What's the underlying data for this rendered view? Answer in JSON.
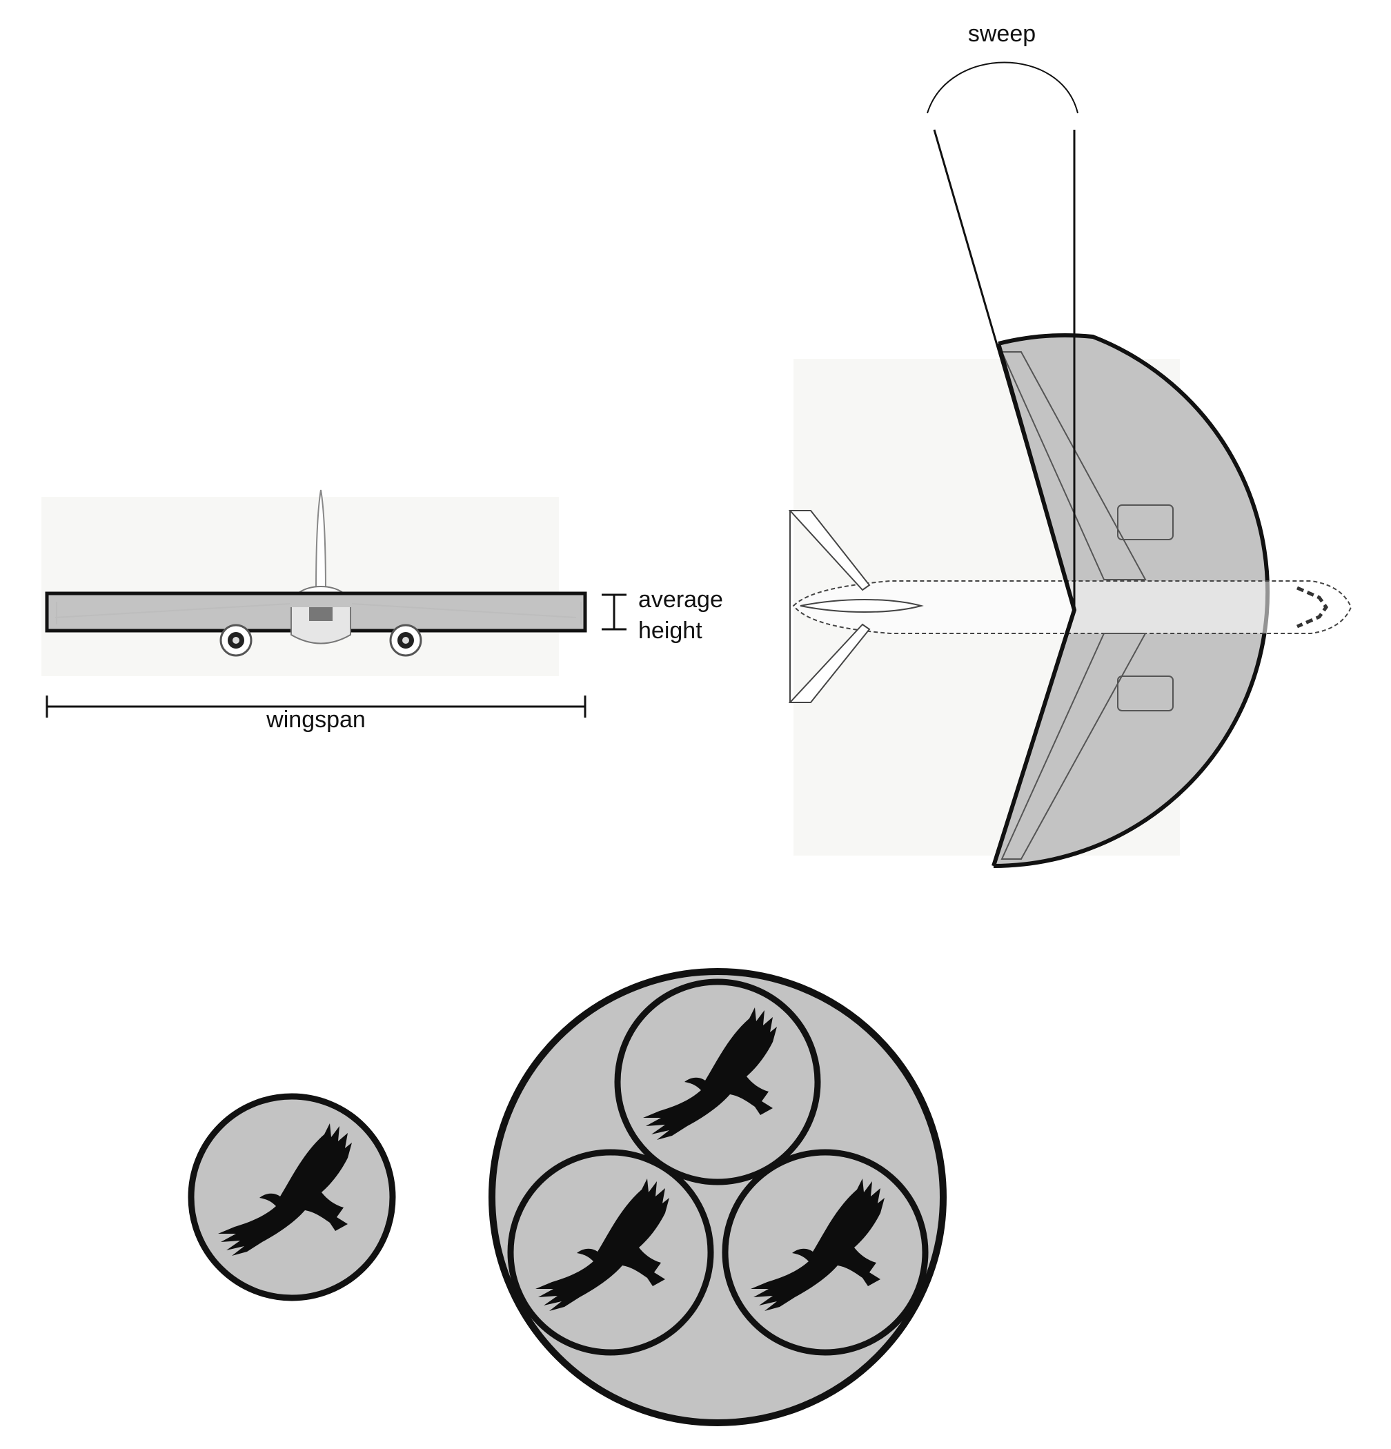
{
  "labels": {
    "sweep": "sweep",
    "average": "average",
    "height": "height",
    "wingspan": "wingspan"
  },
  "colors": {
    "shaded_region": "#c3c3c3",
    "outline": "#111111",
    "bird": "#0d0d0d"
  },
  "icons": {
    "front_view": "airliner-front-view-icon",
    "top_view": "airliner-top-view-icon",
    "bird": "soaring-bird-icon"
  }
}
